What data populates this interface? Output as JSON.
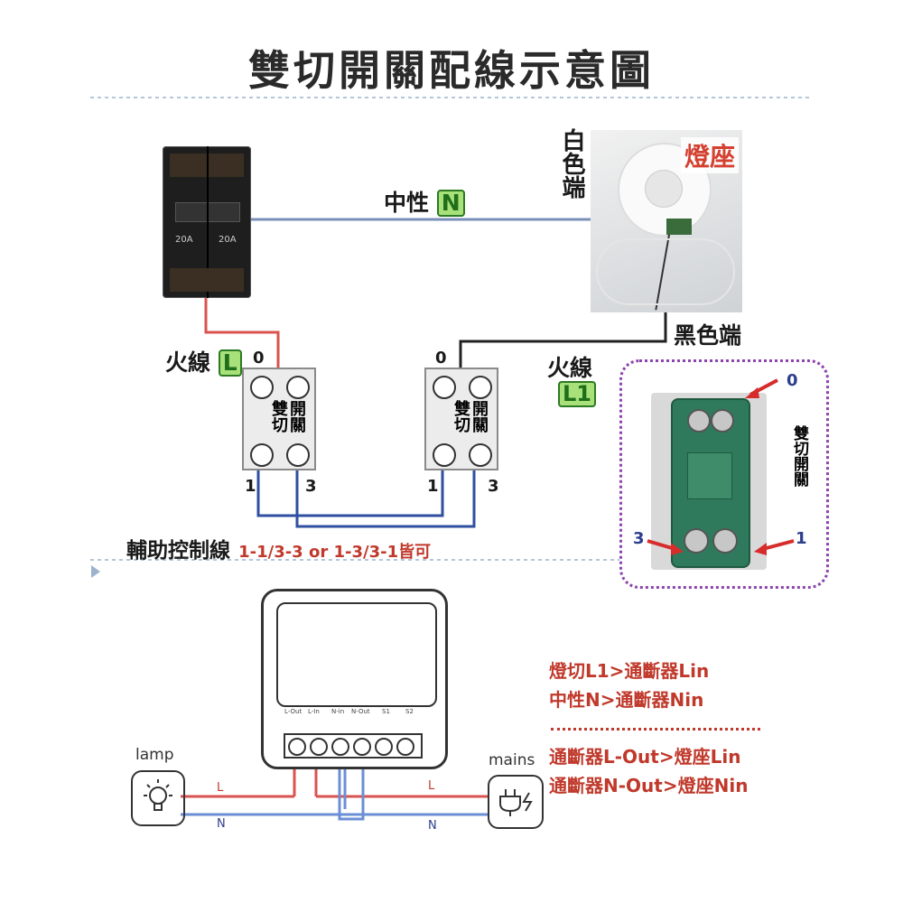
{
  "title": "雙切開關配線示意圖",
  "breaker": {
    "ratings": [
      "20A",
      "20A"
    ]
  },
  "neutral": {
    "label": "中性",
    "badge": "N"
  },
  "lamp_photo": {
    "tag": "燈座",
    "white_terminal": "白色端",
    "black_terminal": "黑色端"
  },
  "live": {
    "label": "火線",
    "badge": "L"
  },
  "live1": {
    "label": "火線",
    "badge": "L1"
  },
  "switch_left": {
    "top_num": "0",
    "text": "開關雙切",
    "left_num": "1",
    "right_num": "3"
  },
  "switch_right": {
    "top_num": "0",
    "text": "開關雙切",
    "left_num": "1",
    "right_num": "3"
  },
  "aux": {
    "label": "輔助控制線",
    "note": "1-1/3-3 or 1-3/3-1皆可"
  },
  "switch_photo": {
    "num_top": "0",
    "num_left": "3",
    "num_right": "1",
    "side_label": "雙切開關"
  },
  "module": {
    "terminals": [
      "L-Out",
      "L-In",
      "N-in",
      "N-Out",
      "S1",
      "S2"
    ]
  },
  "wiring": {
    "lamp": "lamp",
    "mains": "mains",
    "L": "L",
    "N": "N"
  },
  "notes": [
    "燈切L1>通斷器Lin",
    "中性N>通斷器Nin",
    "通斷器L-Out>燈座Lin",
    "通斷器N-Out>燈座Nin"
  ],
  "colors": {
    "live": "#d9534f",
    "neutral": "#6b8fd6",
    "wire_black": "#222222",
    "accent_red": "#c0392b",
    "badge_green": "#a8e07a",
    "purple_border": "#8e44ad"
  }
}
